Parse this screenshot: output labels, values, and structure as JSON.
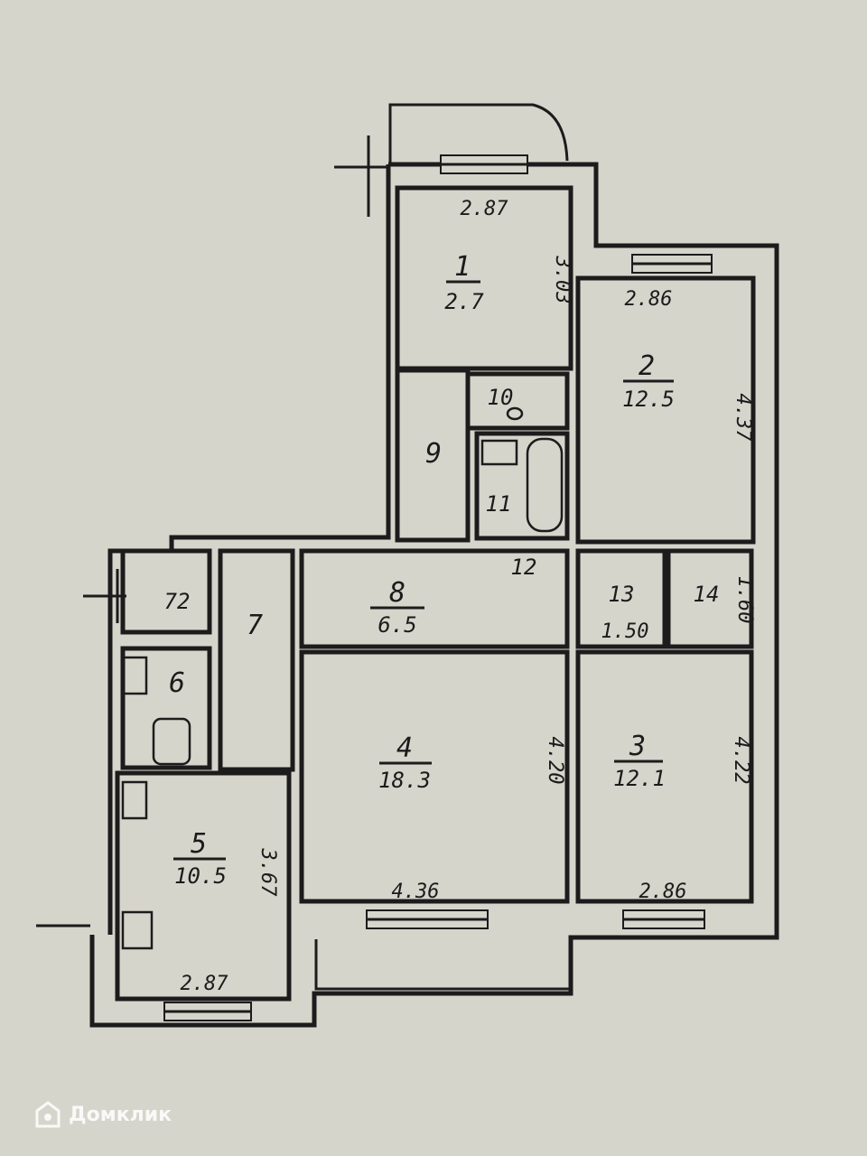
{
  "rooms": [
    {
      "id": "1",
      "area": "2.7"
    },
    {
      "id": "2",
      "area": "12.5"
    },
    {
      "id": "3",
      "area": "12.1"
    },
    {
      "id": "4",
      "area": "18.3"
    },
    {
      "id": "5",
      "area": "10.5"
    },
    {
      "id": "6",
      "area": ""
    },
    {
      "id": "7",
      "area": ""
    },
    {
      "id": "8",
      "area": "6.5"
    },
    {
      "id": "9",
      "area": ""
    },
    {
      "id": "10",
      "area": ""
    },
    {
      "id": "11",
      "area": ""
    },
    {
      "id": "12",
      "area": ""
    },
    {
      "id": "13",
      "area": ""
    },
    {
      "id": "14",
      "area": ""
    },
    {
      "id": "72",
      "area": ""
    }
  ],
  "dimensions": {
    "room1_width": "2.87",
    "room1_length": "3.03",
    "room2_width": "2.86",
    "room2_length": "4.37",
    "room13_width": "1.50",
    "room14_length": "1.60",
    "room4_width": "4.36",
    "room4_length": "4.20",
    "room3_width": "2.86",
    "room3_length": "4.22",
    "room5_width": "2.87",
    "room5_length": "3.67"
  },
  "watermark": {
    "text": "Домклик",
    "icon": "house-logo-icon"
  }
}
